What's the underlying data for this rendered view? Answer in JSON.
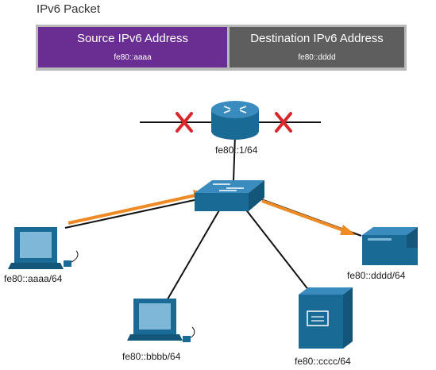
{
  "packet": {
    "title": "IPv6 Packet",
    "source": {
      "header": "Source IPv6 Address",
      "value": "fe80::aaaa"
    },
    "destination": {
      "header": "Destination IPv6 Address",
      "value": "fe80::dddd"
    }
  },
  "devices": {
    "router": "fe80::1/64",
    "pc_a": "fe80::aaaa/64",
    "pc_b": "fe80::bbbb/64",
    "server_c": "fe80::cccc/64",
    "printer_d": "fe80::dddd/64"
  },
  "colors": {
    "source_box": "#6a2d91",
    "destination_box": "#5e5e5e",
    "device_blue": "#1c6a96",
    "flow_arrow": "#f08a24",
    "blocked_x": "#d8262b"
  }
}
